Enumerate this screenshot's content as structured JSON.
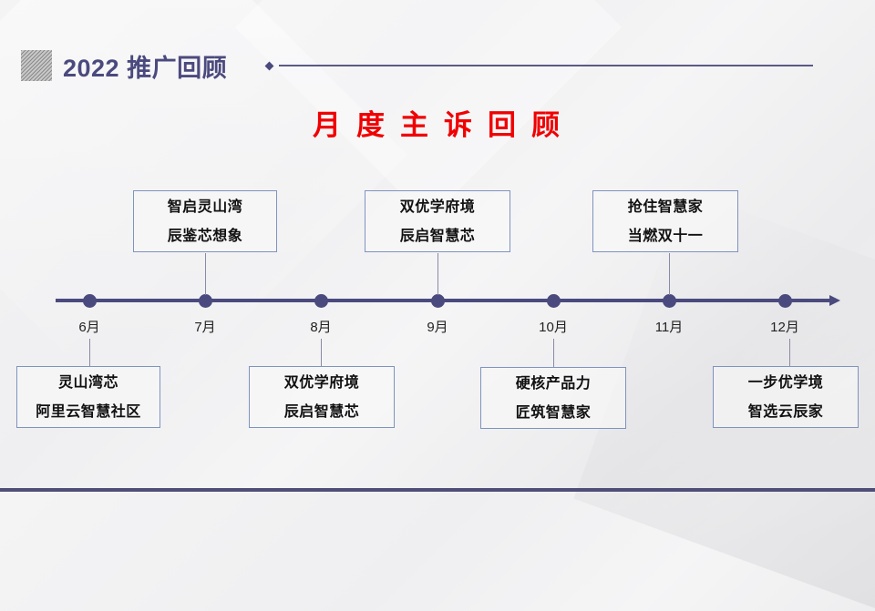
{
  "header": {
    "title": "2022 推广回顾",
    "subtitle": "月度主诉回顾"
  },
  "colors": {
    "accent": "#4b4a7e",
    "subtitle": "#f00000",
    "box_border": "#7f93bf"
  },
  "timeline": {
    "months": [
      "6月",
      "7月",
      "8月",
      "9月",
      "10月",
      "11月",
      "12月"
    ],
    "events": [
      {
        "month": "6月",
        "position": "below",
        "line1": "灵山湾芯",
        "line2": "阿里云智慧社区"
      },
      {
        "month": "7月",
        "position": "above",
        "line1": "智启灵山湾",
        "line2": "辰鉴芯想象"
      },
      {
        "month": "8月",
        "position": "below",
        "line1": "双优学府境",
        "line2": "辰启智慧芯"
      },
      {
        "month": "9月",
        "position": "above",
        "line1": "双优学府境",
        "line2": "辰启智慧芯"
      },
      {
        "month": "10月",
        "position": "below",
        "line1": "硬核产品力",
        "line2": "匠筑智慧家"
      },
      {
        "month": "11月",
        "position": "above",
        "line1": "抢住智慧家",
        "line2": "当燃双十一"
      },
      {
        "month": "12月",
        "position": "below",
        "line1": "一步优学境",
        "line2": "智选云辰家"
      }
    ]
  }
}
